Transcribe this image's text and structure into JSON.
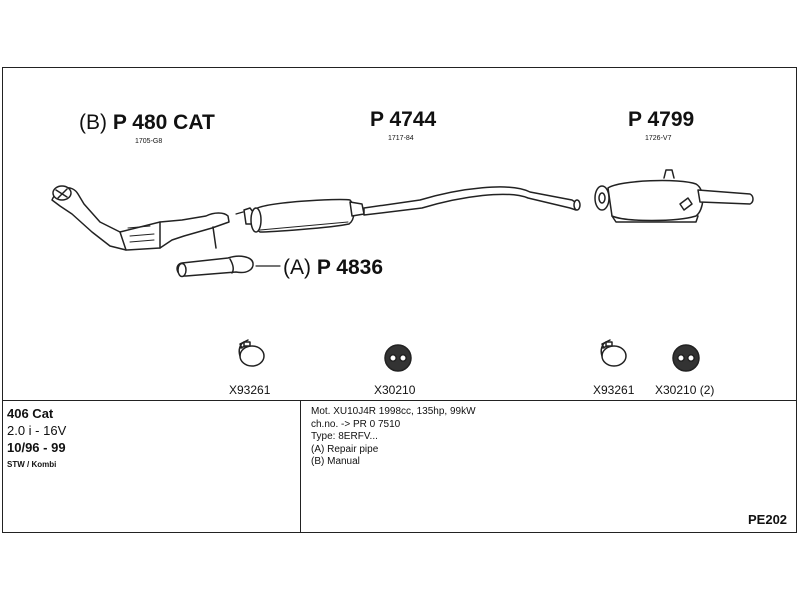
{
  "parts": {
    "cat": {
      "prefix": "(B)",
      "number": "P 480 CAT",
      "ref": "1705-G8"
    },
    "middle": {
      "number": "P 4744",
      "ref": "1717-84"
    },
    "rear": {
      "number": "P 4799",
      "ref": "1726-V7"
    },
    "repair": {
      "prefix": "(A)",
      "number": "P 4836"
    }
  },
  "fittings": {
    "clamp_1": "X93261",
    "ring_1": "X30210",
    "clamp_2": "X93261",
    "ring_2": "X30210 (2)"
  },
  "vehicle": {
    "model": "406 Cat",
    "engine": "2.0 i - 16V",
    "years": "10/96 - 99",
    "body": "STW / Kombi"
  },
  "details": {
    "motor": "Mot. XU10J4R 1998cc, 135hp, 99kW",
    "chassis": "ch.no. -> PR 0 7510",
    "type": "Type: 8ERFV...",
    "note_a": "(A) Repair pipe",
    "note_b": "(B) Manual"
  },
  "page_code": "PE202"
}
